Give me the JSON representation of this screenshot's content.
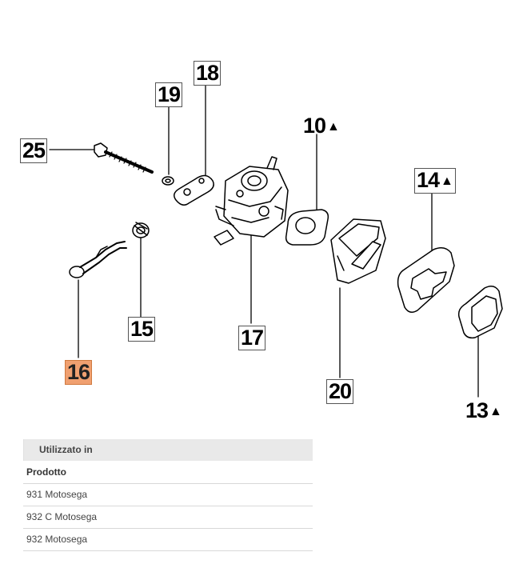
{
  "diagram": {
    "labels": {
      "p25": "25",
      "p19": "19",
      "p18": "18",
      "p10": "10",
      "p14": "14",
      "p15": "15",
      "p16": "16",
      "p17": "17",
      "p20": "20",
      "p13": "13"
    },
    "triangle": "▲",
    "highlight_color": "#f0a070"
  },
  "table": {
    "title": "Utilizzato in",
    "column_header": "Prodotto",
    "rows": [
      "931 Motosega",
      "932 C Motosega",
      "932 Motosega"
    ]
  }
}
